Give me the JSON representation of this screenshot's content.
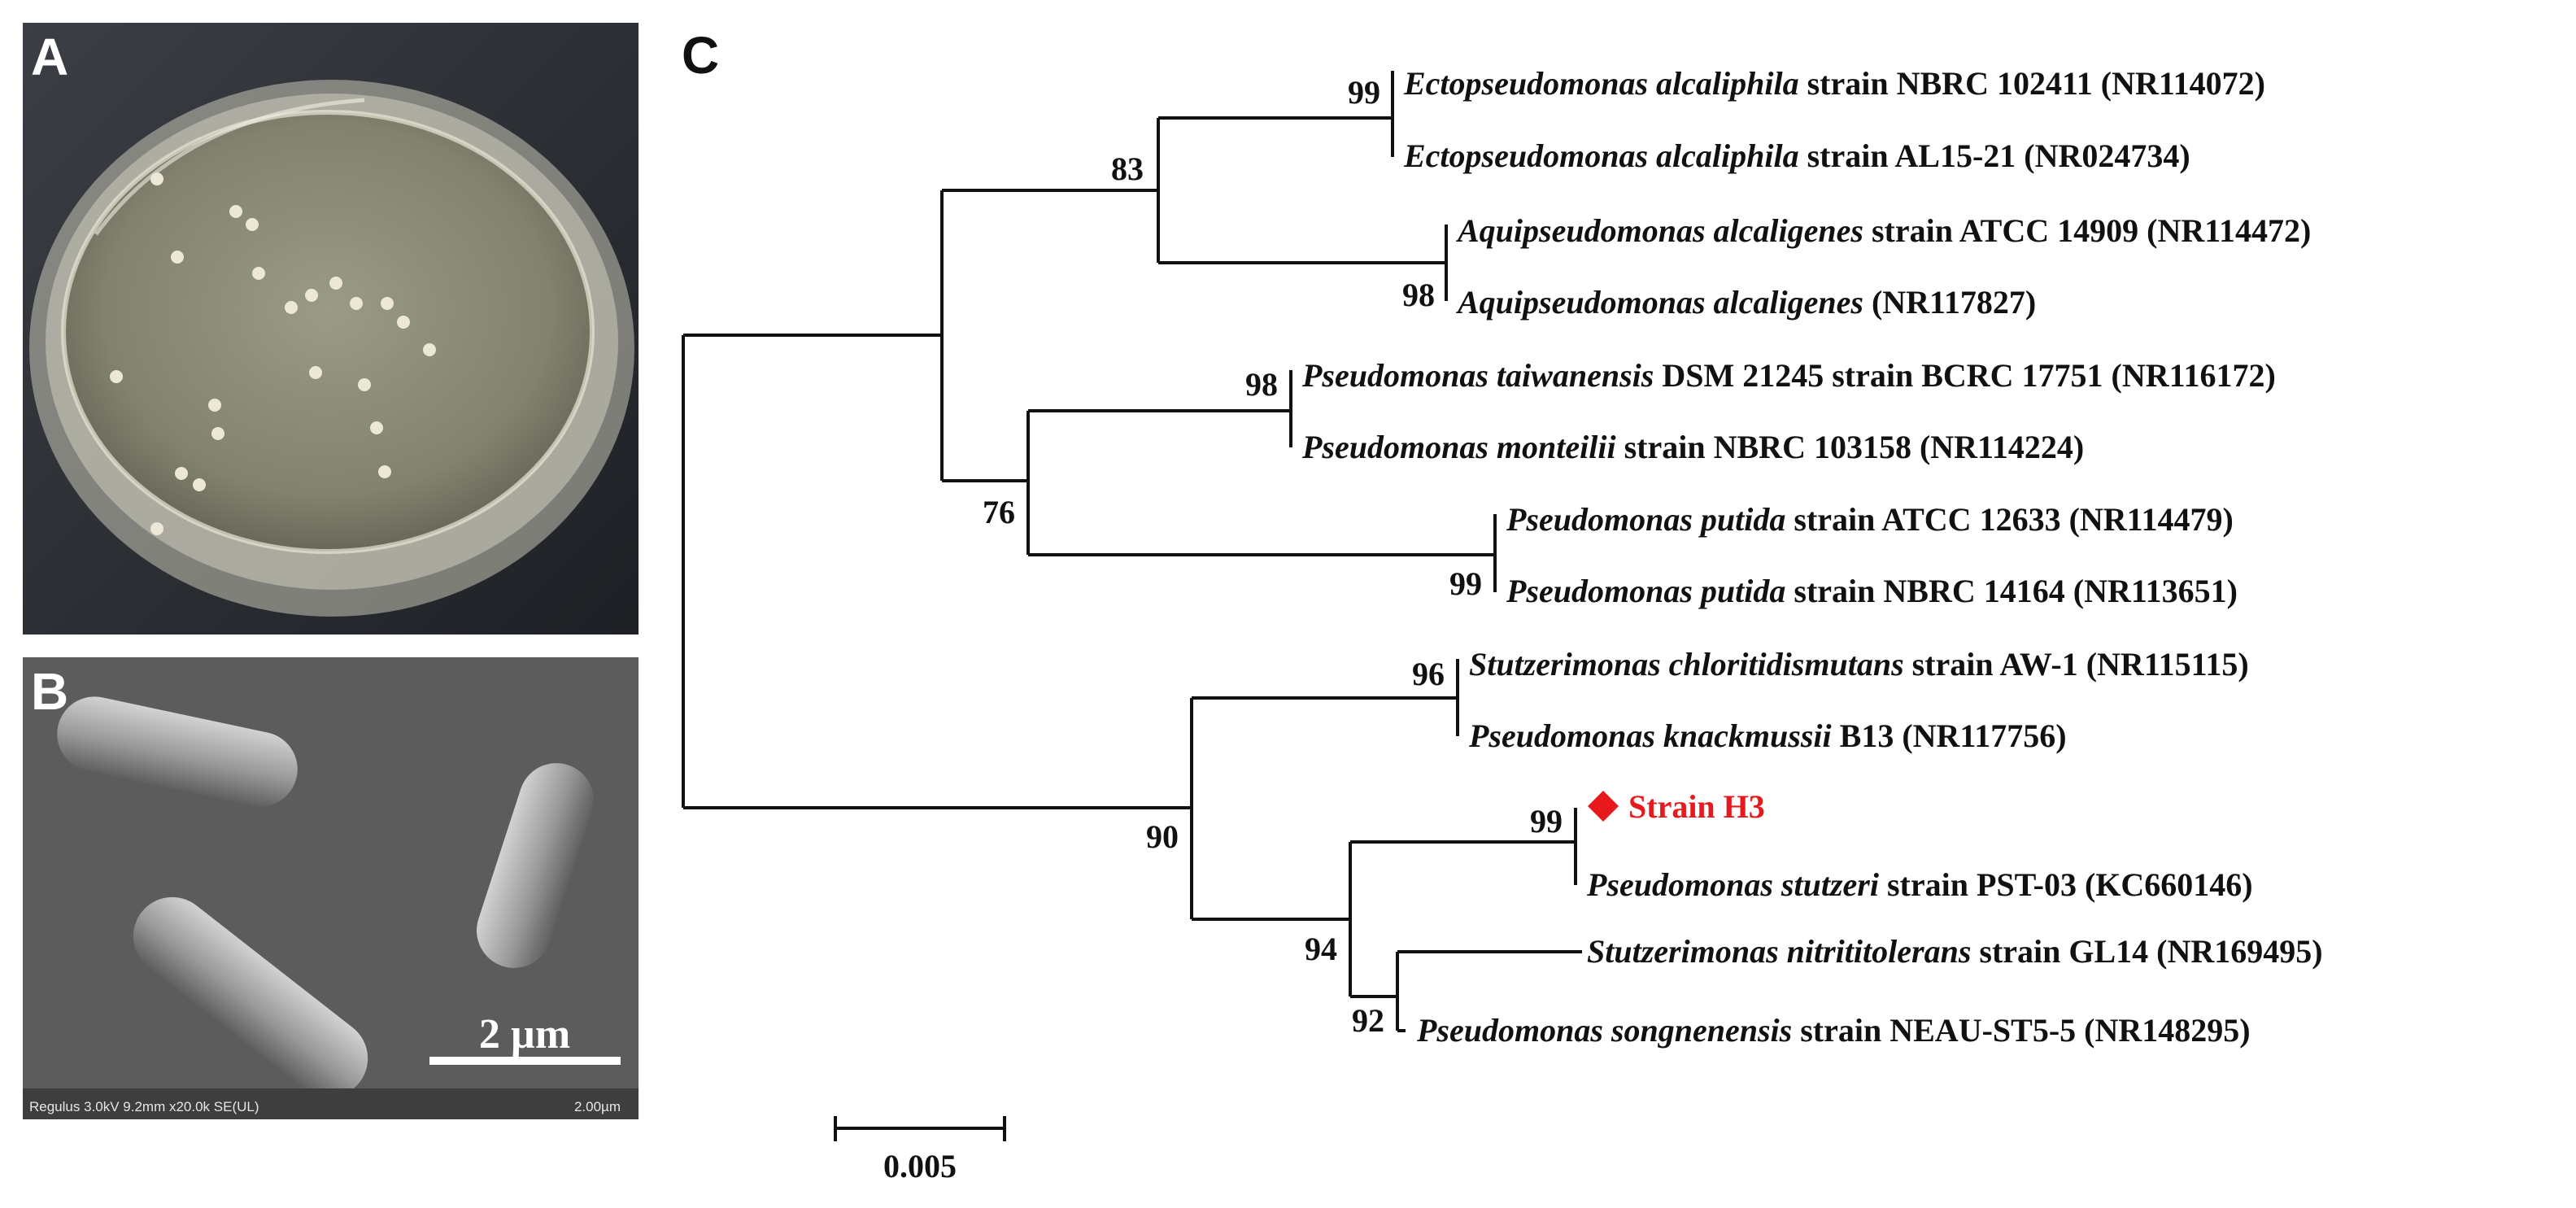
{
  "panels": {
    "a": {
      "letter": "A"
    },
    "b": {
      "letter": "B",
      "scale_bar": "2 µm",
      "info": "Regulus 3.0kV 9.2mm x20.0k SE(UL)",
      "info_scale": "2.00µm"
    },
    "c": {
      "letter": "C"
    }
  },
  "tree": {
    "leaves": [
      {
        "species": "Ectopseudomonas alcaliphila",
        "rest": " strain NBRC 102411 (NR114072)"
      },
      {
        "species": "Ectopseudomonas alcaliphila",
        "rest": " strain AL15-21 (NR024734)"
      },
      {
        "species": "Aquipseudomonas alcaligenes",
        "rest": " strain ATCC 14909 (NR114472)"
      },
      {
        "species": "Aquipseudomonas alcaligenes",
        "rest": " (NR117827)"
      },
      {
        "species": "Pseudomonas taiwanensis",
        "rest": " DSM 21245 strain BCRC 17751 (NR116172)"
      },
      {
        "species": "Pseudomonas monteilii",
        "rest": " strain NBRC 103158 (NR114224)"
      },
      {
        "species": "Pseudomonas putida",
        "rest": " strain ATCC 12633 (NR114479)"
      },
      {
        "species": "Pseudomonas putida",
        "rest": " strain NBRC 14164 (NR113651)"
      },
      {
        "species": "Stutzerimonas chloritidismutans",
        "rest": " strain AW-1 (NR115115)"
      },
      {
        "species": "Pseudomonas knackmussii",
        "rest": " B13 (NR117756)"
      },
      {
        "species": "",
        "rest": "Strain H3",
        "highlight": true
      },
      {
        "species": "Pseudomonas stutzeri",
        "rest": " strain PST-03 (KC660146)"
      },
      {
        "species": "Stutzerimonas nitrititolerans",
        "rest": " strain GL14 (NR169495)"
      },
      {
        "species": "Pseudomonas songnenensis",
        "rest": " strain NEAU-ST5-5 (NR148295)"
      }
    ],
    "bootstrap": [
      "99",
      "83",
      "98",
      "98",
      "76",
      "99",
      "96",
      "90",
      "99",
      "94",
      "92"
    ],
    "scale_label": "0.005",
    "highlight_color": "#e8191c"
  }
}
